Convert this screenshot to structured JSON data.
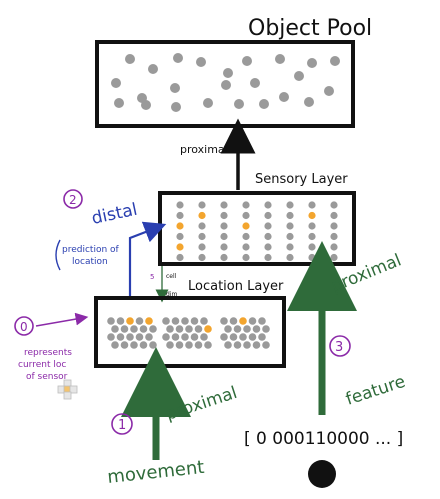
{
  "title": "Object Pool",
  "layers": {
    "sensory": "Sensory Layer",
    "location": "Location Layer"
  },
  "labels": {
    "proximal_top": "proximal",
    "distal": "distal",
    "prediction_line1": "prediction of",
    "prediction_line2": "location",
    "step2": "2",
    "step0": "0",
    "represents_line1": "represents",
    "represents_line2": "current loc",
    "represents_line3": "of sensor",
    "step1": "1",
    "proximal_left": "proximal",
    "movement": "movement",
    "step3": "3",
    "proximal_right": "proximal",
    "feature": "feature",
    "sdr": "[ 0 000110000 ... ]",
    "small_note_1": "5",
    "small_note_2": "cell",
    "small_note_3": "dim"
  },
  "colors": {
    "ink": "#111111",
    "dot": "#9a9a9a",
    "active": "#f3a52e",
    "distal_blue": "#2a3fb0",
    "purple": "#8b2aa8",
    "green": "#2f6b3a"
  }
}
